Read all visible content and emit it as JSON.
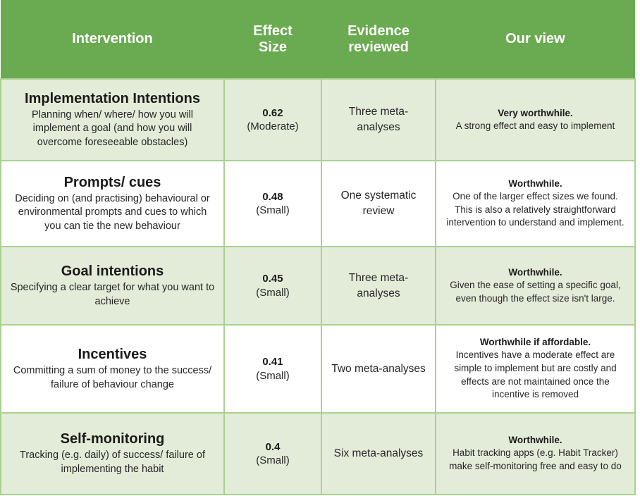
{
  "table": {
    "columns": [
      {
        "key": "intervention",
        "label": "Intervention"
      },
      {
        "key": "effect_size",
        "label": "Effect\nSize"
      },
      {
        "key": "evidence",
        "label": "Evidence\nreviewed"
      },
      {
        "key": "our_view",
        "label": "Our view"
      }
    ],
    "header_label_intervention": "Intervention",
    "header_label_effect_line1": "Effect",
    "header_label_effect_line2": "Size",
    "header_label_evidence_line1": "Evidence",
    "header_label_evidence_line2": "reviewed",
    "header_label_our_view": "Our view",
    "colors": {
      "header_background": "#6aaa50",
      "header_text": "#ffffff",
      "row_shaded_background": "#e2ecd8",
      "row_plain_background": "#ffffff",
      "cell_border": "#a9d18e",
      "body_text": "#262626"
    },
    "rows": [
      {
        "shaded": true,
        "intervention_name": "Implementation Intentions",
        "intervention_desc": "Planning when/ where/ how you will implement a goal (and how you will overcome foreseeable obstacles)",
        "effect_value": "0.62",
        "effect_label": "(Moderate)",
        "evidence": "Three meta-analyses",
        "view_verdict": "Very worthwhile.",
        "view_text": "A strong effect and easy to implement"
      },
      {
        "shaded": false,
        "intervention_name": "Prompts/ cues",
        "intervention_desc": "Deciding on (and practising) behavioural or environmental prompts and cues to which you can tie the new behaviour",
        "effect_value": "0.48",
        "effect_label": "(Small)",
        "evidence": "One systematic review",
        "view_verdict": "Worthwhile.",
        "view_text": "One of the larger effect sizes we found. This is also a relatively straightforward intervention to understand and implement."
      },
      {
        "shaded": true,
        "intervention_name": "Goal intentions",
        "intervention_desc": "Specifying a clear target for what you want to achieve",
        "effect_value": "0.45",
        "effect_label": "(Small)",
        "evidence": "Three meta-analyses",
        "view_verdict": "Worthwhile.",
        "view_text": "Given the ease of setting a specific goal, even though the effect size isn't large."
      },
      {
        "shaded": false,
        "intervention_name": "Incentives",
        "intervention_desc": "Committing a sum of money to the success/ failure of behaviour change",
        "effect_value": "0.41",
        "effect_label": "(Small)",
        "evidence": "Two meta-analyses",
        "view_verdict": "Worthwhile if affordable.",
        "view_text": "Incentives have a moderate effect are simple to implement but are costly and effects are not maintained once the incentive is removed"
      },
      {
        "shaded": true,
        "intervention_name": "Self-monitoring",
        "intervention_desc": "Tracking (e.g. daily) of success/ failure of implementing the habit",
        "effect_value": "0.4",
        "effect_label": "(Small)",
        "evidence": "Six meta-analyses",
        "view_verdict": "Worthwhile.",
        "view_text": "Habit tracking apps (e.g. Habit Tracker) make self-monitoring free and easy to do"
      }
    ]
  }
}
